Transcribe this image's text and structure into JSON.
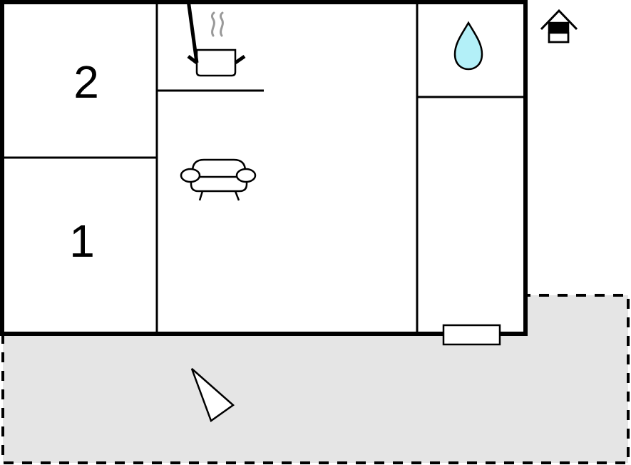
{
  "floorplan": {
    "colors": {
      "wall": "#000000",
      "terrace_fill": "#e5e5e5",
      "water_drop": "#b3f0f8",
      "steam": "#999999",
      "background": "#ffffff"
    },
    "rooms": [
      {
        "id": "bedroom-2",
        "label": "2",
        "type": "bedroom"
      },
      {
        "id": "bedroom-1",
        "label": "1",
        "type": "bedroom"
      },
      {
        "id": "kitchen-living",
        "label": "",
        "type": "kitchen-living"
      },
      {
        "id": "bathroom",
        "label": "",
        "type": "bathroom"
      },
      {
        "id": "hall",
        "label": "",
        "type": "hall"
      }
    ],
    "icons": [
      {
        "name": "cooking-pot-icon",
        "meaning": "kitchen"
      },
      {
        "name": "sofa-icon",
        "meaning": "living room"
      },
      {
        "name": "water-drop-icon",
        "meaning": "bathroom"
      },
      {
        "name": "house-icon",
        "meaning": "ground floor"
      },
      {
        "name": "north-arrow-icon",
        "meaning": "orientation"
      }
    ],
    "terrace": {
      "label": "",
      "style": "dashed"
    },
    "entrance": {
      "label": ""
    }
  }
}
